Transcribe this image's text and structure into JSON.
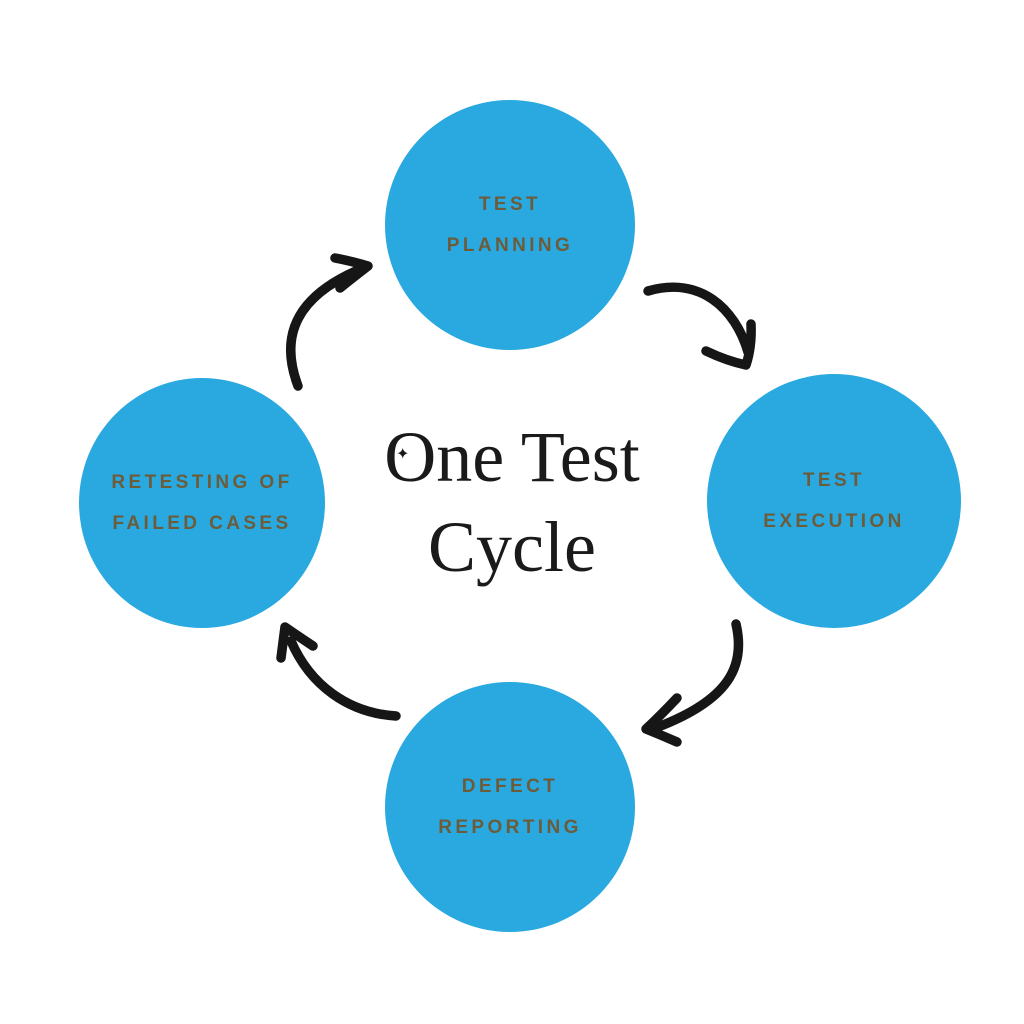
{
  "title": {
    "line1": "One Test",
    "line2": "Cycle"
  },
  "icons": {
    "sparkle": "✦"
  },
  "nodes": [
    {
      "id": "test-planning",
      "label_lines": [
        "TEST",
        "PLANNING"
      ]
    },
    {
      "id": "test-execution",
      "label_lines": [
        "TEST",
        "EXECUTION"
      ]
    },
    {
      "id": "defect-reporting",
      "label_lines": [
        "DEFECT",
        "REPORTING"
      ]
    },
    {
      "id": "retesting-of-failed-cases",
      "label_lines": [
        "RETESTING OF",
        "FAILED CASES"
      ]
    }
  ],
  "edges": [
    {
      "from": "test-planning",
      "to": "test-execution"
    },
    {
      "from": "test-execution",
      "to": "defect-reporting"
    },
    {
      "from": "defect-reporting",
      "to": "retesting-of-failed-cases"
    },
    {
      "from": "retesting-of-failed-cases",
      "to": "test-planning"
    }
  ],
  "colors": {
    "background": "#ffffff",
    "circle_fill": "#29a9e0",
    "label_text": "#6d5c3a",
    "title_text": "#1a1a1a",
    "arrow": "#161616"
  }
}
